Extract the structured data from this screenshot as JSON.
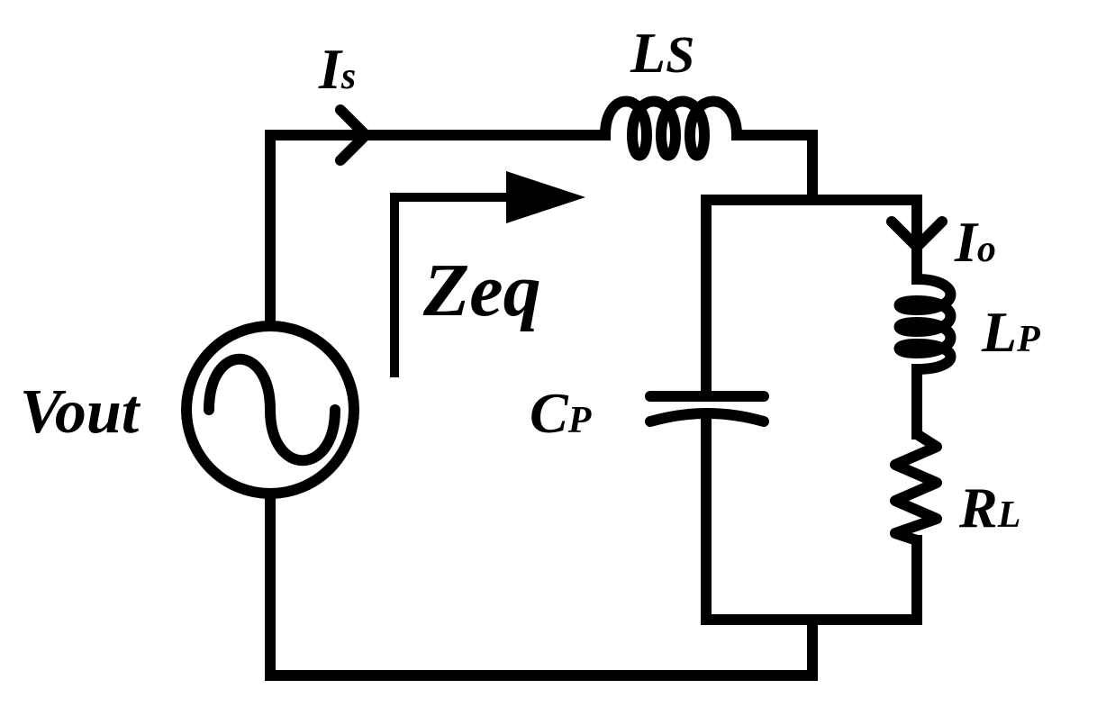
{
  "labels": {
    "source_current": {
      "main": "I",
      "sub": "s"
    },
    "series_inductor": {
      "main": "L",
      "sub": "S"
    },
    "output_current": {
      "main": "I",
      "sub": "o"
    },
    "parallel_inductor": {
      "main": "L",
      "sub": "P"
    },
    "equivalent_impedance": "Zeq",
    "parallel_capacitor": {
      "main": "C",
      "sub": "P"
    },
    "source_voltage": "Vout",
    "load_resistor": {
      "main": "R",
      "sub": "L"
    }
  }
}
